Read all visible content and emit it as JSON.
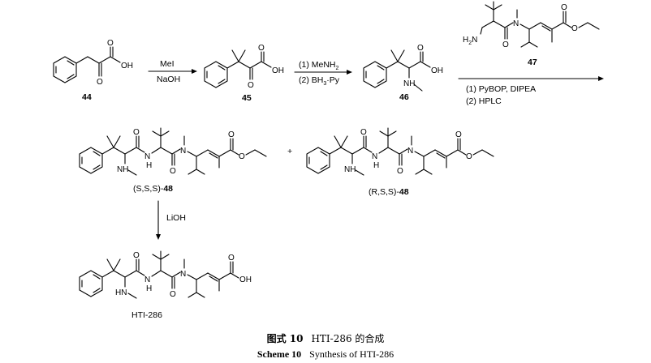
{
  "compounds": {
    "c44": {
      "label": "44"
    },
    "c45": {
      "label": "45"
    },
    "c46": {
      "label": "46"
    },
    "c47": {
      "label": "47"
    },
    "sss48": {
      "prefix": "(S,S,S)-",
      "number": "48"
    },
    "rss48": {
      "prefix": "(R,S,S)-",
      "number": "48"
    },
    "hti": {
      "label": "HTI-286"
    }
  },
  "atoms": {
    "O": "O",
    "OH": "OH",
    "N": "N",
    "NH": "NH",
    "H": "H",
    "HN": "HN",
    "H2N_H": "H",
    "H2N_2": "2",
    "H2N_N": "N"
  },
  "reactions": {
    "step1": {
      "line1": "MeI",
      "line2": "NaOH"
    },
    "step2": {
      "line1": "(1) MeNH",
      "line1_sub": "2",
      "line2": "(2) BH",
      "line2_sub": "3",
      "line2_tail": "·Py"
    },
    "step3": {
      "line1": "(1) PyBOP, DIPEA",
      "line2": "(2) HPLC"
    },
    "step4": {
      "line1": "LiOH"
    },
    "plus": "+"
  },
  "caption": {
    "cn_label": "图式 10",
    "cn_text": "HTI-286 的合成",
    "en_label": "Scheme 10",
    "en_text": "Synthesis of HTI-286"
  }
}
